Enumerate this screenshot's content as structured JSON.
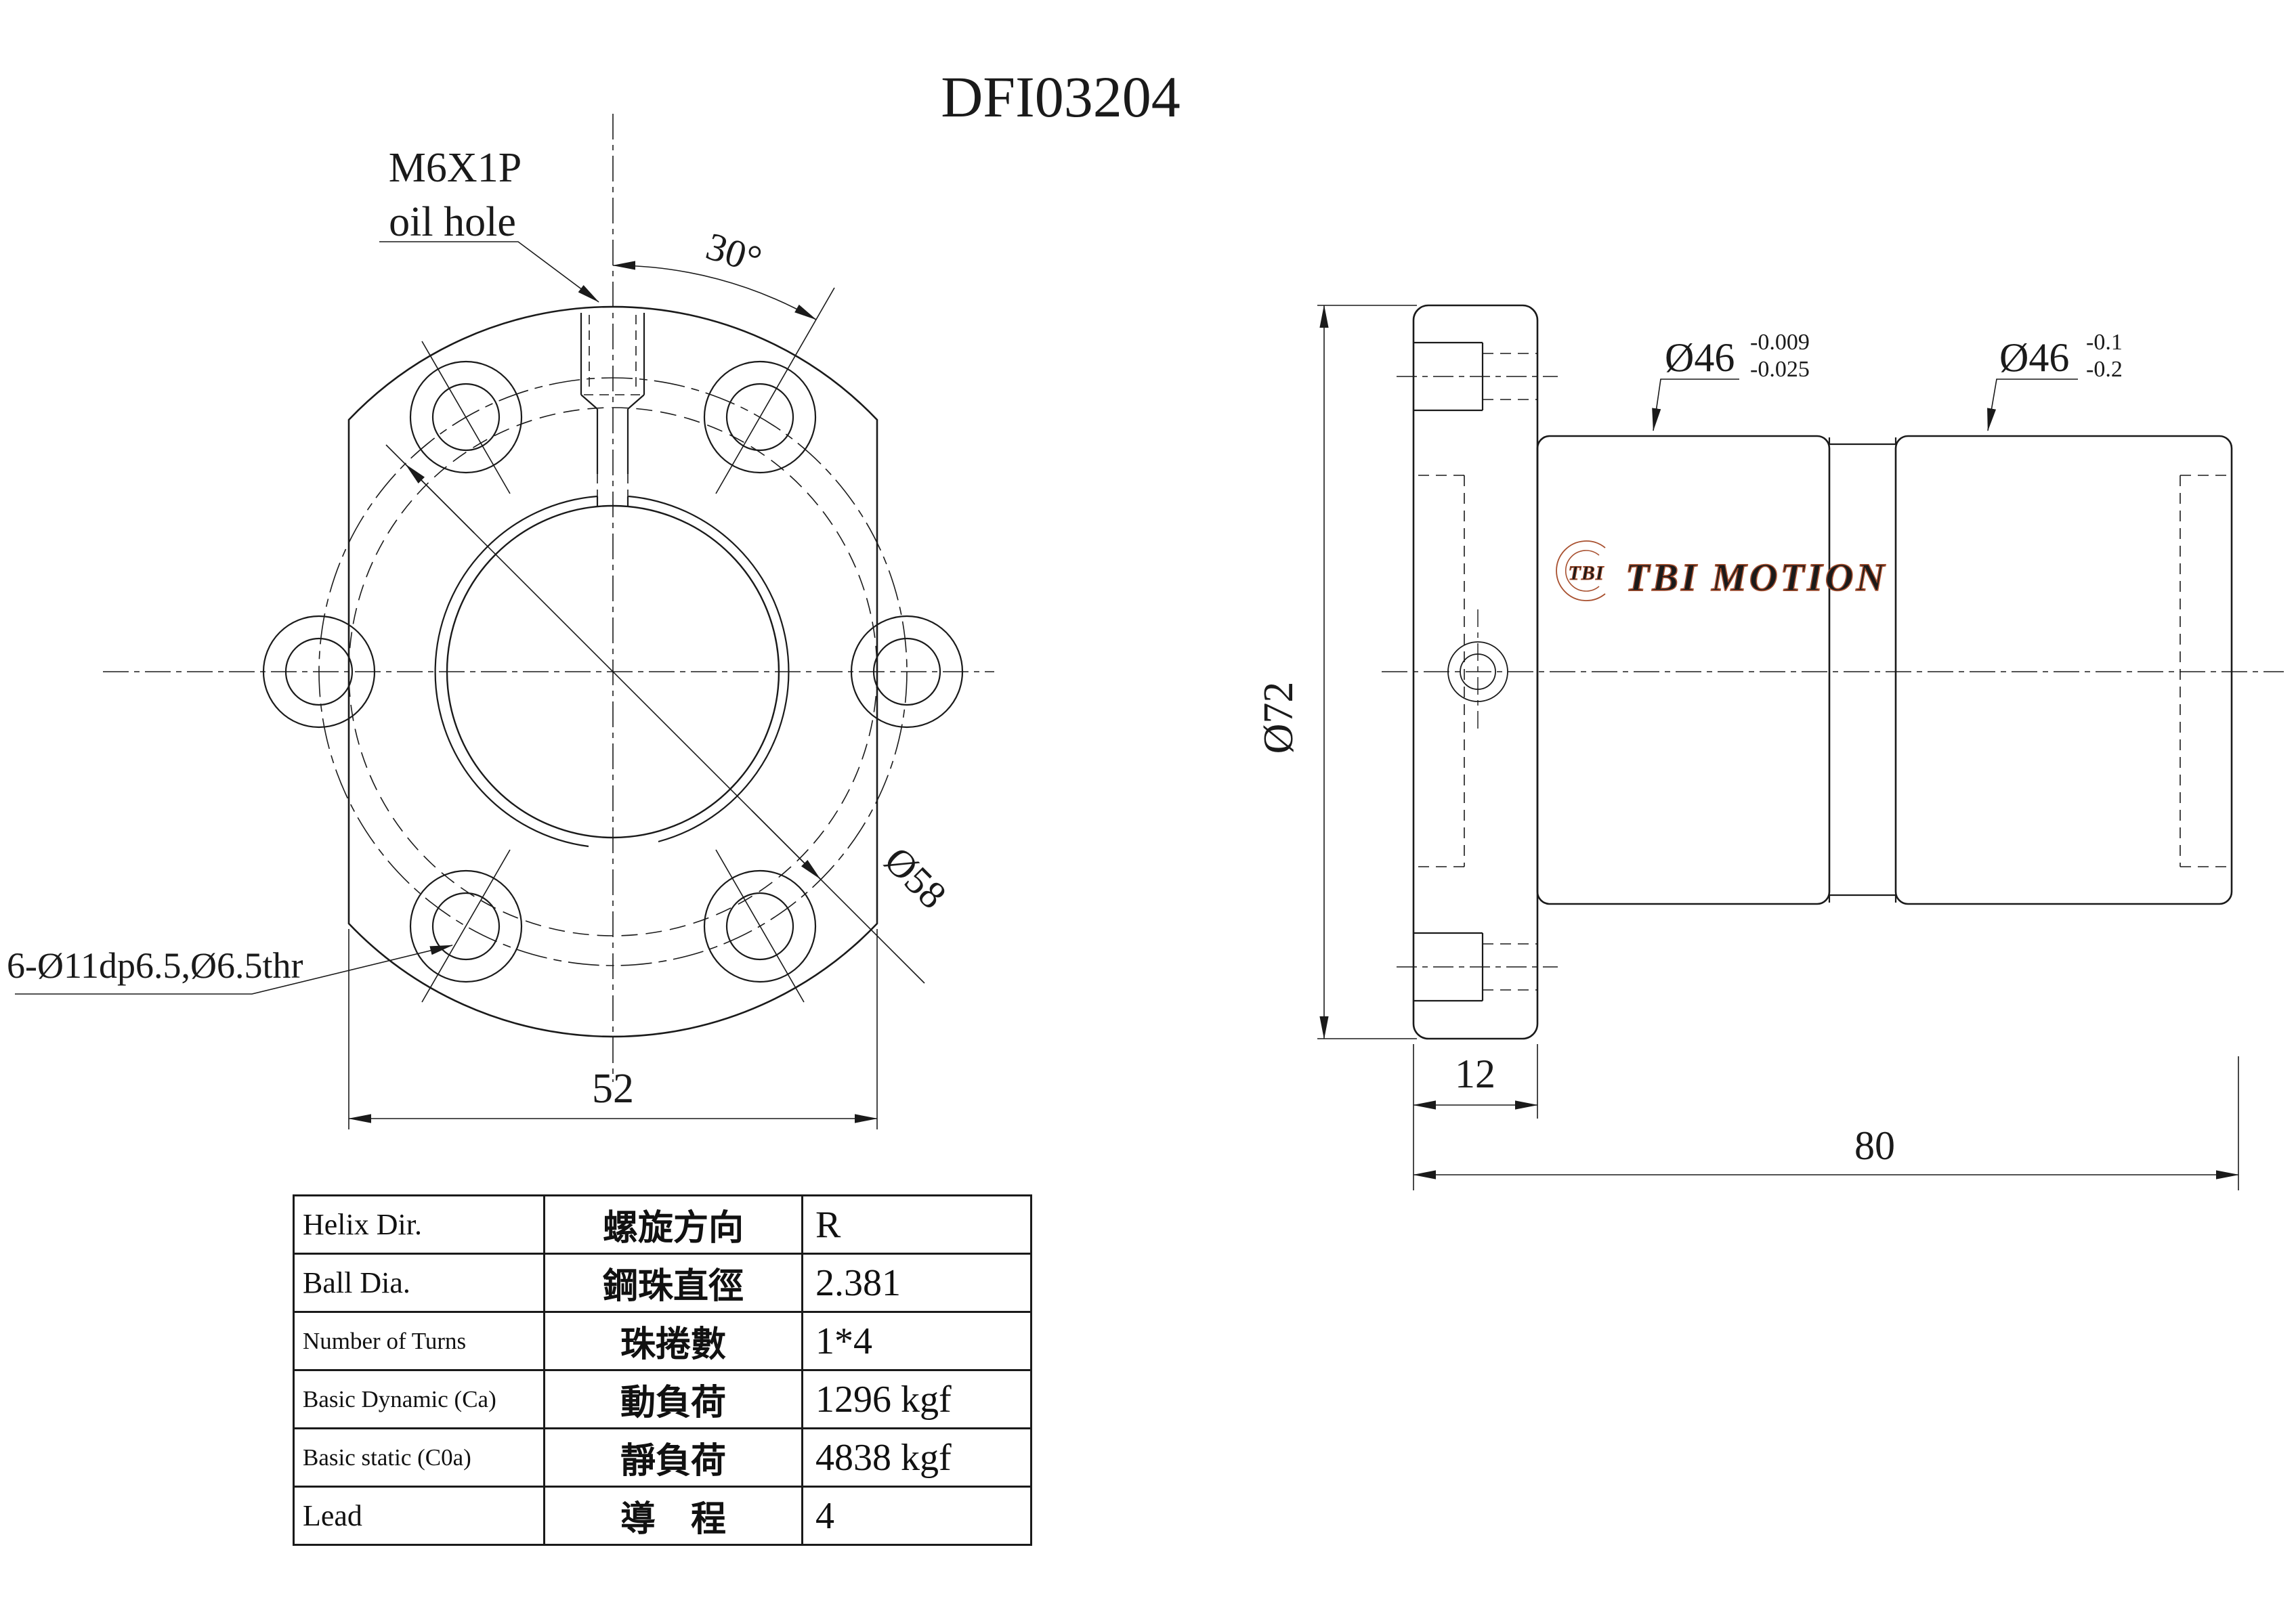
{
  "title": "DFI03204",
  "colors": {
    "line": "#1a1a1a",
    "logo": "#a8502f",
    "background": "#ffffff"
  },
  "front_view": {
    "oil_hole_label_line1": "M6X1P",
    "oil_hole_label_line2": "oil hole",
    "angle_label": "30°",
    "bolt_holes_label": "6-Ø11dp6.5,Ø6.5thr",
    "pcd_label": "Ø58",
    "width_dim": "52"
  },
  "side_view": {
    "flange_dia_dim": "Ø72",
    "flange_width_dim": "12",
    "overall_length_dim": "80",
    "body_dia_front": {
      "value": "Ø46",
      "tol_upper": "-0.009",
      "tol_lower": "-0.025"
    },
    "body_dia_rear": {
      "value": "Ø46",
      "tol_upper": "-0.1",
      "tol_lower": "-0.2"
    },
    "logo": {
      "mark": "TBI",
      "text": "TBI MOTION"
    }
  },
  "table": {
    "rows": [
      {
        "en": "Helix  Dir.",
        "zh": "螺旋方向",
        "value": "R"
      },
      {
        "en": "Ball Dia.",
        "zh": "鋼珠直徑",
        "value": "2.381"
      },
      {
        "en": "Number of Turns",
        "zh": "珠捲數",
        "value": "1*4"
      },
      {
        "en": "Basic Dynamic (Ca)",
        "zh": "動負荷",
        "value": "1296 kgf"
      },
      {
        "en": "Basic static (C0a)",
        "zh": "靜負荷",
        "value": "4838 kgf"
      },
      {
        "en": "Lead",
        "zh": "導　程",
        "value": "4"
      }
    ]
  }
}
